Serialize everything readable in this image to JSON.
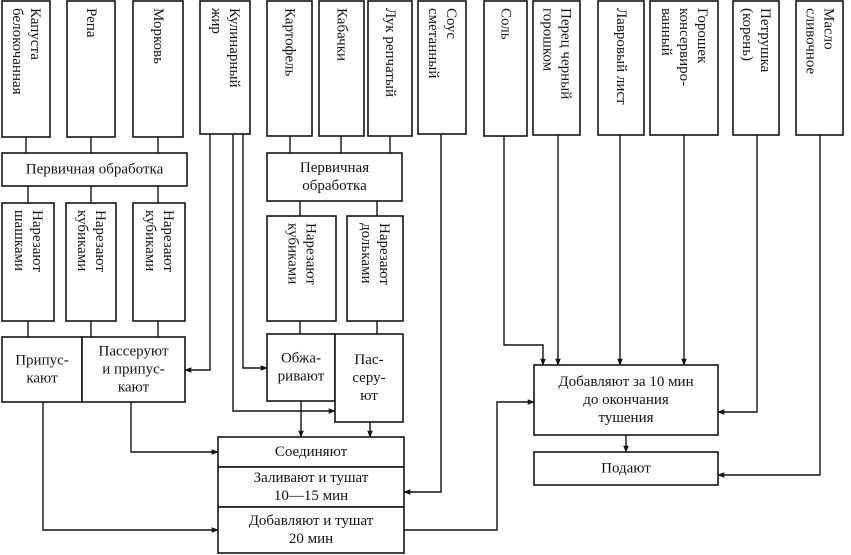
{
  "diagram": {
    "colors": {
      "stroke": "#141414",
      "background": "#ffffff"
    },
    "ingredients": [
      {
        "id": "kapusta",
        "lines": [
          "Капуста",
          "белокочанная"
        ]
      },
      {
        "id": "repa",
        "lines": [
          "Репа"
        ]
      },
      {
        "id": "morkov",
        "lines": [
          "Морковь"
        ]
      },
      {
        "id": "zhir",
        "lines": [
          "Кулинарный",
          "жир"
        ]
      },
      {
        "id": "kartofel",
        "lines": [
          "Картофель"
        ]
      },
      {
        "id": "kabachki",
        "lines": [
          "Кабачки"
        ]
      },
      {
        "id": "luk",
        "lines": [
          "Лук репчатый"
        ]
      },
      {
        "id": "sous",
        "lines": [
          "Соус",
          "сметанный"
        ]
      },
      {
        "id": "sol",
        "lines": [
          "Соль"
        ]
      },
      {
        "id": "perec",
        "lines": [
          "Перец черный",
          "горошком"
        ]
      },
      {
        "id": "lavr",
        "lines": [
          "Лавровый лист"
        ]
      },
      {
        "id": "goroshek",
        "lines": [
          "Горошек",
          "консервиро-",
          "ванный"
        ]
      },
      {
        "id": "petrushka",
        "lines": [
          "Петрушка",
          "(корень)"
        ]
      },
      {
        "id": "maslo",
        "lines": [
          "Масло",
          "сливочное"
        ]
      }
    ],
    "steps": [
      {
        "id": "obr1",
        "lines": [
          "Первичная обработка"
        ]
      },
      {
        "id": "obr2",
        "lines": [
          "Первичная",
          "обработка"
        ]
      },
      {
        "id": "nar1",
        "lines": [
          "Нарезают",
          "шашками"
        ]
      },
      {
        "id": "nar2",
        "lines": [
          "Нарезают",
          "кубиками"
        ]
      },
      {
        "id": "nar3",
        "lines": [
          "Нарезают",
          "кубиками"
        ]
      },
      {
        "id": "nar4",
        "lines": [
          "Нарезают",
          "кубиками"
        ]
      },
      {
        "id": "nar5",
        "lines": [
          "Нарезают",
          "дольками"
        ]
      },
      {
        "id": "pripusk",
        "lines": [
          "Припус-",
          "кают"
        ]
      },
      {
        "id": "passer1",
        "lines": [
          "Пассеруют",
          "и припус-",
          "кают"
        ]
      },
      {
        "id": "obzh",
        "lines": [
          "Обжа-",
          "ривают"
        ]
      },
      {
        "id": "passer2",
        "lines": [
          "Пас-",
          "серу-",
          "ют"
        ]
      },
      {
        "id": "soed",
        "lines": [
          "Соединяют"
        ]
      },
      {
        "id": "zaliv",
        "lines": [
          "Заливают и тушат",
          "10—15 мин"
        ]
      },
      {
        "id": "dobav1",
        "lines": [
          "Добавляют и тушат",
          "20 мин"
        ]
      },
      {
        "id": "dobav2",
        "lines": [
          "Добавляют за 10 мин",
          "до окончания",
          "тушения"
        ]
      },
      {
        "id": "podayut",
        "lines": [
          "Подают"
        ]
      }
    ]
  }
}
